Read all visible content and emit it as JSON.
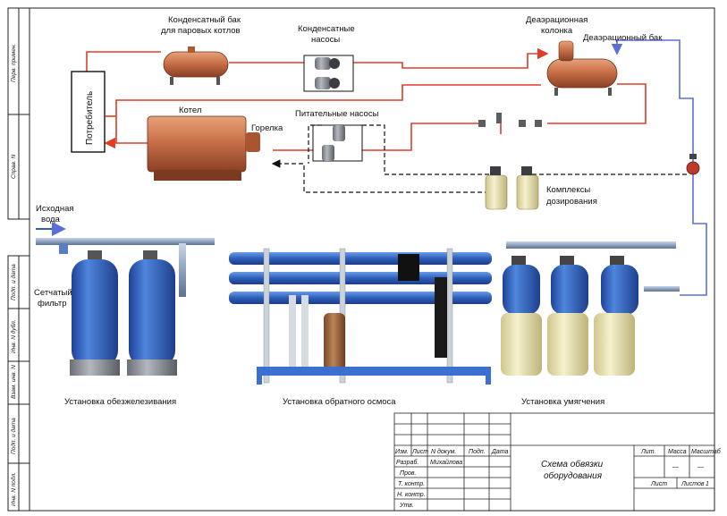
{
  "labels": {
    "condensate_tank": [
      "Конденсатный бак",
      "для паровых котлов"
    ],
    "condensate_pumps": [
      "Конденсатные",
      "насосы"
    ],
    "deaerator_column": [
      "Деаэрационная",
      "колонка"
    ],
    "deaerator_tank": "Деаэрационный бак",
    "consumer": "Потребитель",
    "boiler": "Котел",
    "burner": "Горелка",
    "feed_pumps": "Питательные насосы",
    "dosing": [
      "Комплексы",
      "дозирования"
    ],
    "source_water": [
      "Исходная",
      "вода"
    ],
    "mesh_filter": [
      "Сетчатый",
      "фильтр"
    ],
    "iron_removal": "Установка обезжелезивания",
    "reverse_osmosis": "Установка обратного осмоса",
    "softening": "Установка умягчения"
  },
  "side_stamp": [
    "Перв. примен.",
    "Справ. N",
    "Подп. и дата",
    "Инв. N дубл.",
    "Взам. инв. N",
    "Подп. и дата",
    "Инв. N подл."
  ],
  "title_block": {
    "col_headers": [
      "Изм.",
      "Лист",
      "N докум.",
      "Подп.",
      "Дата"
    ],
    "rows": [
      "Разраб.",
      "Пров.",
      "Т. контр.",
      "",
      "Н. контр.",
      "Утв."
    ],
    "developer": "Михайлова",
    "title": [
      "Схема обвязки",
      "оборудования"
    ],
    "lit": "Лит.",
    "mass": "Масса",
    "scale": "Масштаб",
    "mass_value": "—",
    "scale_value": "—",
    "sheet": "Лист",
    "sheets": "Листов",
    "sheets_count": "1"
  },
  "colors": {
    "steam_line": "#e03c2a",
    "water_line": "#5b6fd6",
    "tank_body": "#c97048",
    "filter_blue": "#2f5fb8",
    "frame_blue": "#3b6fd0",
    "dosing_cream": "#ece5b6"
  }
}
